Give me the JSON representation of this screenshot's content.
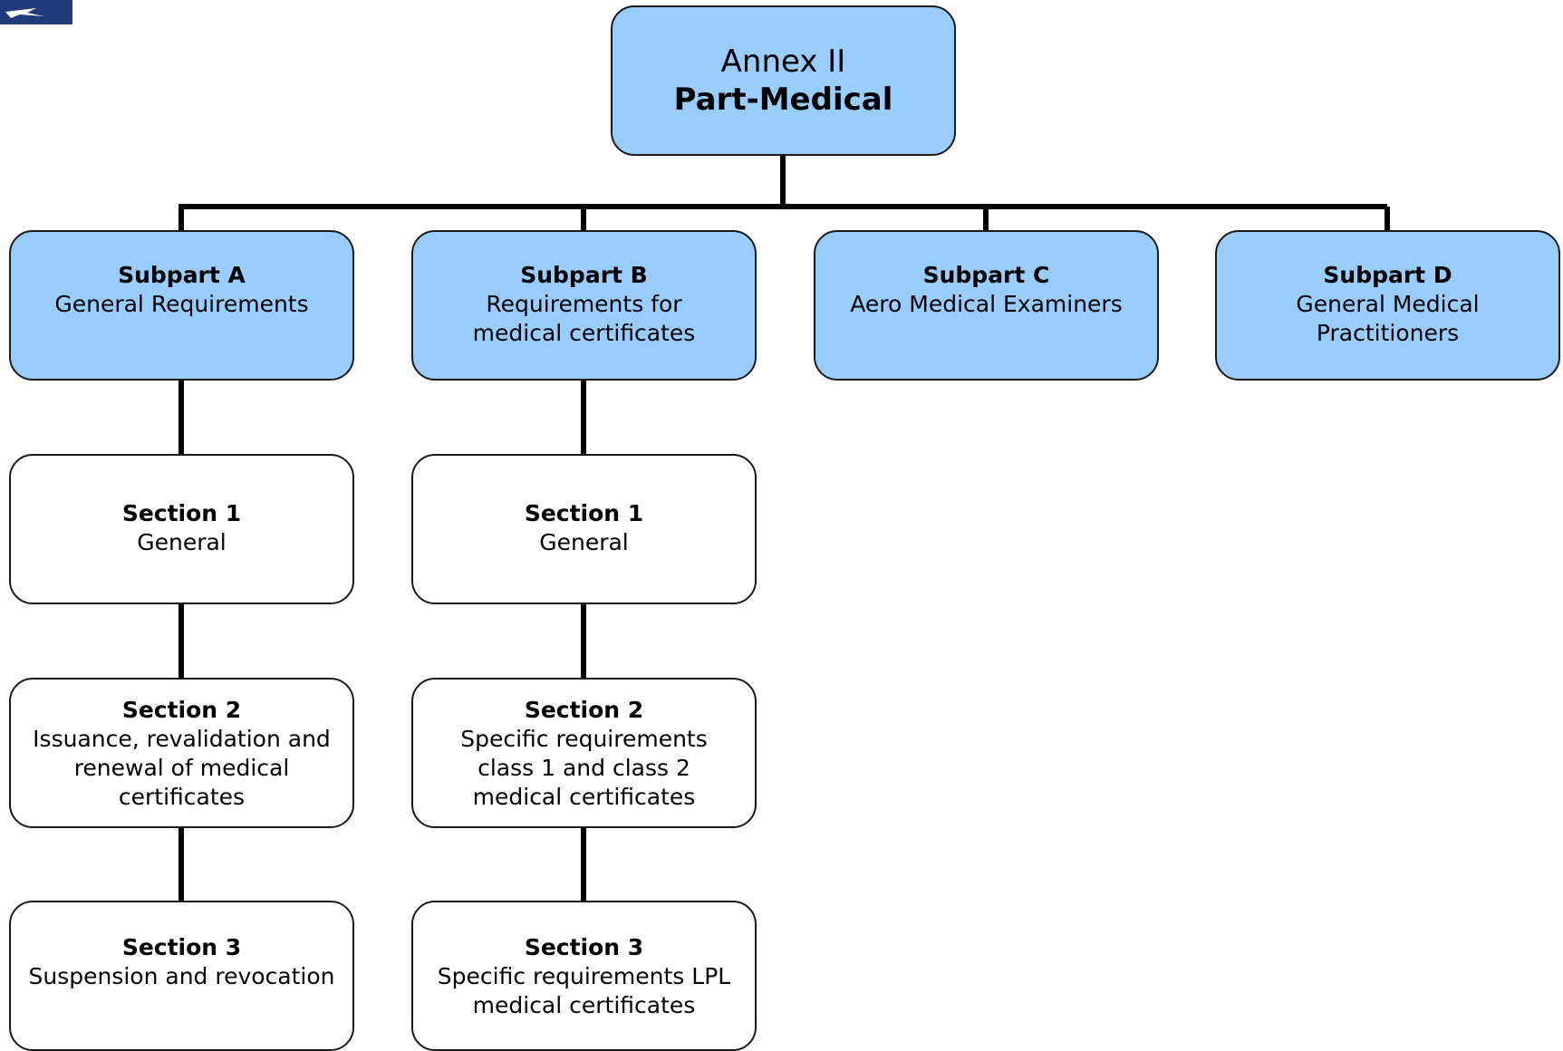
{
  "annex": {
    "line1": "Annex II",
    "line2": "Part-Medical"
  },
  "subparts": [
    {
      "title": "Subpart A",
      "text": "General Requirements"
    },
    {
      "title": "Subpart B",
      "text": "Requirements for\nmedical certificates"
    },
    {
      "title": "Subpart C",
      "text": "Aero Medical Examiners"
    },
    {
      "title": "Subpart D",
      "text": "General Medical\nPractitioners"
    }
  ],
  "subpart_a_sections": [
    {
      "title": "Section 1",
      "text": "General"
    },
    {
      "title": "Section 2",
      "text": "Issuance, revalidation and\nrenewal of medical\ncertificates"
    },
    {
      "title": "Section 3",
      "text": "Suspension and revocation"
    }
  ],
  "subpart_b_sections": [
    {
      "title": "Section 1",
      "text": "General"
    },
    {
      "title": "Section 2",
      "text": "Specific requirements\nclass 1 and class 2\nmedical certificates"
    },
    {
      "title": "Section 3",
      "text": "Specific requirements LPL\nmedical certificates"
    }
  ],
  "colors": {
    "box_blue": "#99ccff",
    "box_white": "#ffffff",
    "line": "#000000",
    "logo_bg": "#1f3b7a"
  }
}
